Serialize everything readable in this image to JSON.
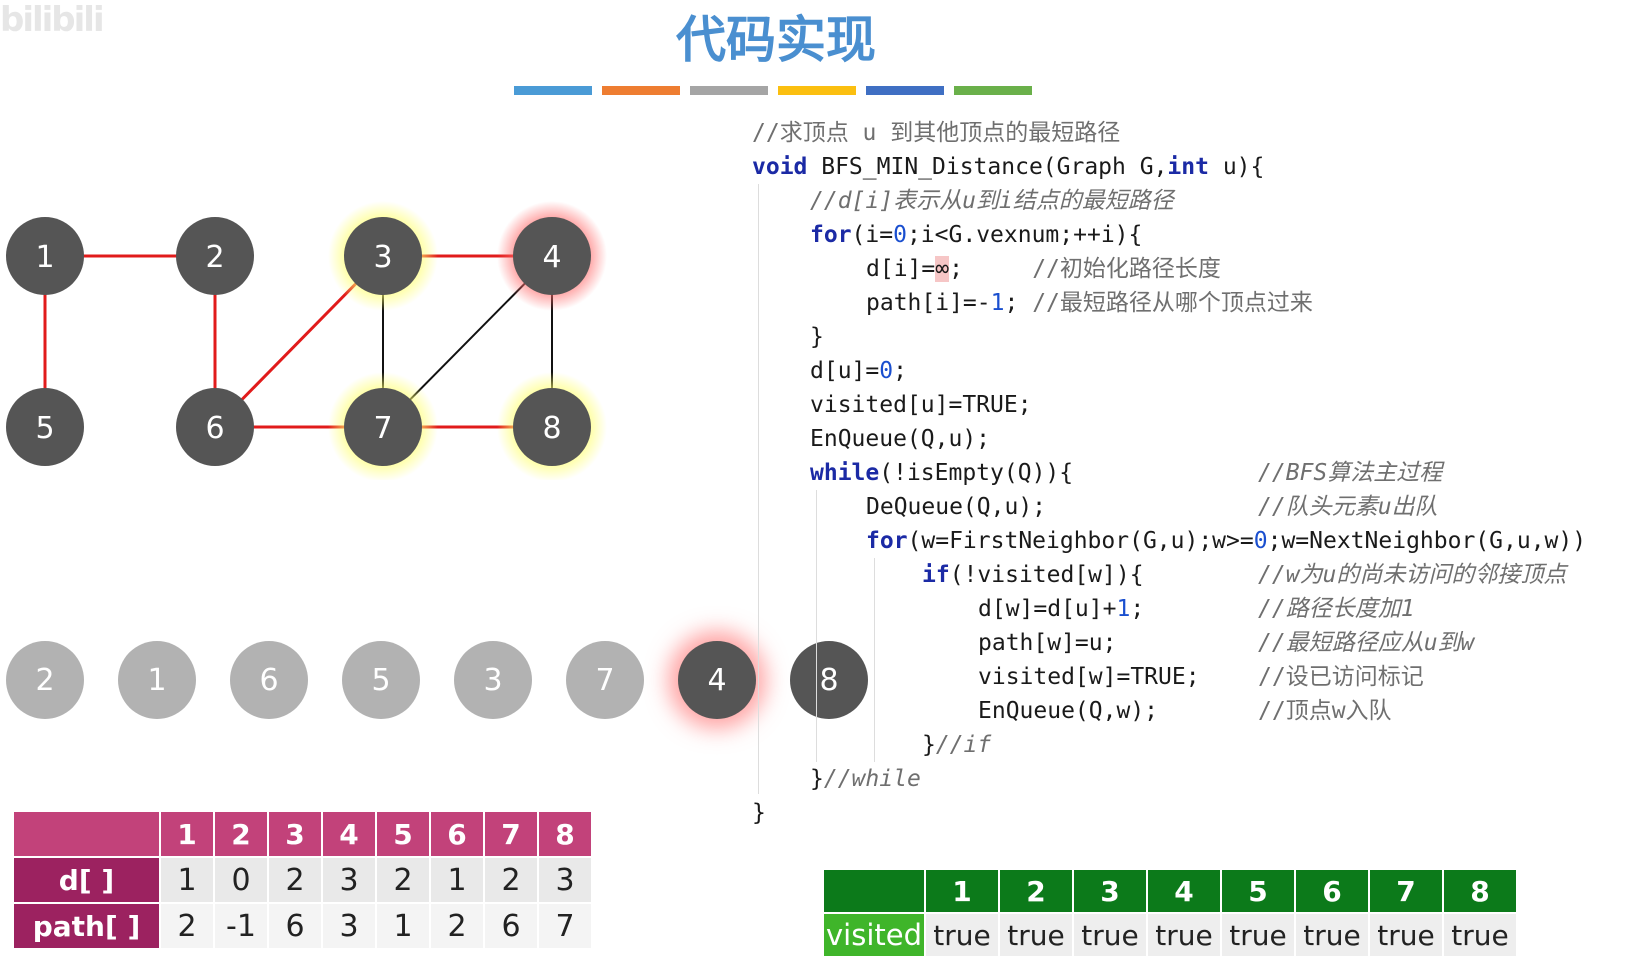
{
  "logo": "bilibili",
  "title": "代码实现",
  "color_bar": [
    "#4a9bd6",
    "#ee7d31",
    "#a5a5a5",
    "#fbbf10",
    "#3f6fc3",
    "#6ab04a"
  ],
  "graph": {
    "nodes": [
      {
        "id": "1",
        "label": "1",
        "glow": "none"
      },
      {
        "id": "2",
        "label": "2",
        "glow": "none"
      },
      {
        "id": "3",
        "label": "3",
        "glow": "yellow"
      },
      {
        "id": "4",
        "label": "4",
        "glow": "red"
      },
      {
        "id": "5",
        "label": "5",
        "glow": "none"
      },
      {
        "id": "6",
        "label": "6",
        "glow": "none"
      },
      {
        "id": "7",
        "label": "7",
        "glow": "yellow"
      },
      {
        "id": "8",
        "label": "8",
        "glow": "yellow"
      }
    ],
    "edges": [
      {
        "from": "1",
        "to": "2",
        "color": "red"
      },
      {
        "from": "1",
        "to": "5",
        "color": "red"
      },
      {
        "from": "2",
        "to": "6",
        "color": "red"
      },
      {
        "from": "3",
        "to": "4",
        "color": "red"
      },
      {
        "from": "6",
        "to": "3",
        "color": "red"
      },
      {
        "from": "6",
        "to": "7",
        "color": "red"
      },
      {
        "from": "7",
        "to": "8",
        "color": "red"
      },
      {
        "from": "3",
        "to": "7",
        "color": "black"
      },
      {
        "from": "7",
        "to": "4",
        "color": "black"
      },
      {
        "from": "4",
        "to": "8",
        "color": "black"
      }
    ]
  },
  "queue": [
    {
      "label": "2",
      "state": "gray"
    },
    {
      "label": "1",
      "state": "gray"
    },
    {
      "label": "6",
      "state": "gray"
    },
    {
      "label": "5",
      "state": "gray"
    },
    {
      "label": "3",
      "state": "gray"
    },
    {
      "label": "7",
      "state": "gray"
    },
    {
      "label": "4",
      "state": "dark-highlight"
    },
    {
      "label": "8",
      "state": "dark"
    }
  ],
  "code": {
    "l1": "//求顶点 u 到其他顶点的最短路径",
    "l2_kw1": "void",
    "l2_mid": " BFS_MIN_Distance(Graph G,",
    "l2_kw2": "int",
    "l2_end": " u){",
    "l3": "//d[i]表示从u到i结点的最短路径",
    "l4_kw": "for",
    "l4_a": "(i=",
    "l4_num": "0",
    "l4_b": ";i<G.vexnum;++i){",
    "l5_a": "d[i]=",
    "l5_inf": "∞",
    "l5_b": ";     ",
    "l5_cm": "//初始化路径长度",
    "l6_a": "path[i]=-",
    "l6_num": "1",
    "l6_b": "; ",
    "l6_cm": "//最短路径从哪个顶点过来",
    "l7": "}",
    "l8_a": "d[u]=",
    "l8_num": "0",
    "l8_b": ";",
    "l9": "visited[u]=TRUE;",
    "l10": "EnQueue(Q,u);",
    "l11_kw": "while",
    "l11_b": "(!isEmpty(Q)){",
    "l11_cm": "//BFS算法主过程",
    "l12": "DeQueue(Q,u);",
    "l12_cm": "//队头元素u出队",
    "l13_kw": "for",
    "l13_a": "(w=FirstNeighbor(G,u);w>=",
    "l13_num": "0",
    "l13_b": ";w=NextNeighbor(G,u,w))",
    "l14_kw": "if",
    "l14_b": "(!visited[w]){",
    "l14_cm": "//w为u的尚未访问的邻接顶点",
    "l15_a": "d[w]=d[u]+",
    "l15_num": "1",
    "l15_b": ";",
    "l15_cm": "//路径长度加1",
    "l16": "path[w]=u;",
    "l16_cm": "//最短路径应从u到w",
    "l17": "visited[w]=TRUE;",
    "l17_cm": "//设已访问标记",
    "l18": "EnQueue(Q,w);",
    "l18_cm": "//顶点w入队",
    "l19_a": "}",
    "l19_cm": "//if",
    "l20_a": "}",
    "l20_cm": "//while",
    "l21": "}"
  },
  "dp_table": {
    "headers": [
      "1",
      "2",
      "3",
      "4",
      "5",
      "6",
      "7",
      "8"
    ],
    "d_label": "d[ ]",
    "d": [
      "1",
      "0",
      "2",
      "3",
      "2",
      "1",
      "2",
      "3"
    ],
    "path_label": "path[ ]",
    "path": [
      "2",
      "-1",
      "6",
      "3",
      "1",
      "2",
      "6",
      "7"
    ]
  },
  "visited_table": {
    "headers": [
      "1",
      "2",
      "3",
      "4",
      "5",
      "6",
      "7",
      "8"
    ],
    "label": "visited",
    "values": [
      "true",
      "true",
      "true",
      "true",
      "true",
      "true",
      "true",
      "true"
    ]
  }
}
